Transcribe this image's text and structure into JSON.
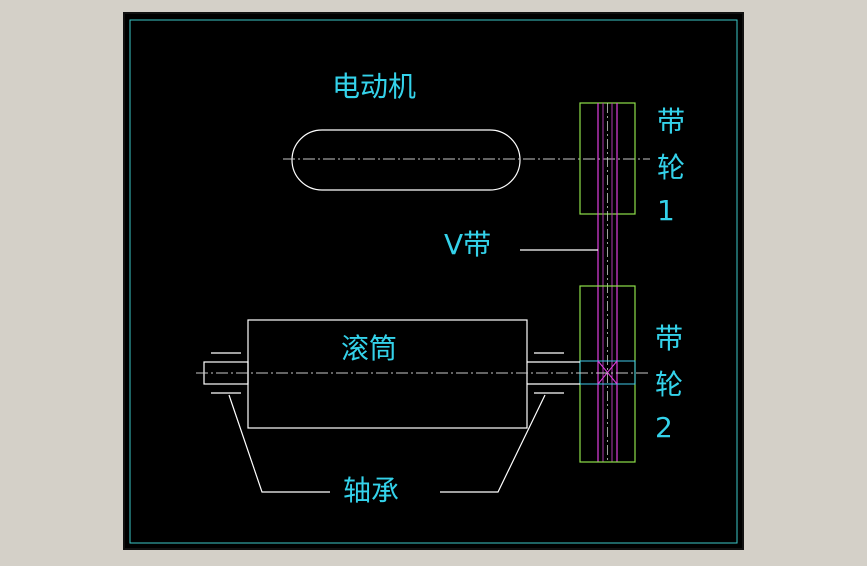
{
  "labels": {
    "motor": "电动机",
    "pulley1_line1": "带",
    "pulley1_line2": "轮",
    "pulley1_line3": "1",
    "vbelt": "V带",
    "drum": "滚筒",
    "pulley2_line1": "带",
    "pulley2_line2": "轮",
    "pulley2_line3": "2",
    "bearing": "轴承"
  },
  "colors": {
    "canvas_bg": "#d4d0c8",
    "sheet_bg": "#000000",
    "sheet_border": "#3cc8c8",
    "label_text": "#34d2ea",
    "outline": "#ffffff",
    "pulley": "#8ee04a",
    "belt": "#e040e0",
    "hub": "#40c8e8",
    "centerline": "#c8c8c8"
  }
}
